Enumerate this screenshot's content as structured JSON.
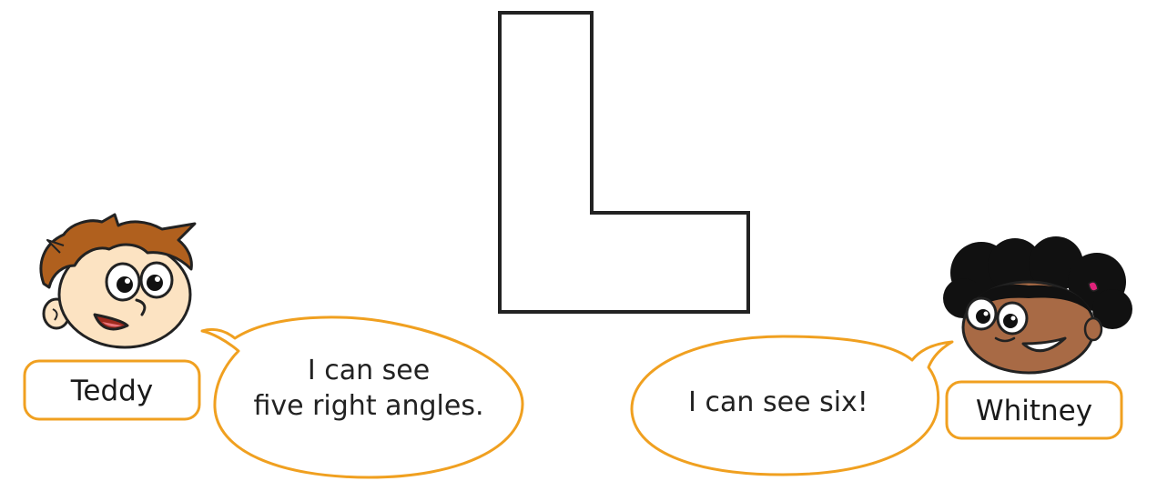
{
  "colors": {
    "accent_orange": "#F0A020",
    "shape_outline": "#222222",
    "teddy_hair": "#B0601E",
    "teddy_skin": "#FCE3C2",
    "whitney_hair": "#111111",
    "whitney_skin": "#A86A45",
    "whitney_bow": "#E0227A"
  },
  "shape": {
    "icon": "l-shape-outline"
  },
  "teddy": {
    "name": "Teddy",
    "speech_line1": "I can see",
    "speech_line2": "five right angles.",
    "icon": "boy-face-icon"
  },
  "whitney": {
    "name": "Whitney",
    "speech_line1": "I can see six!",
    "icon": "girl-face-icon"
  }
}
